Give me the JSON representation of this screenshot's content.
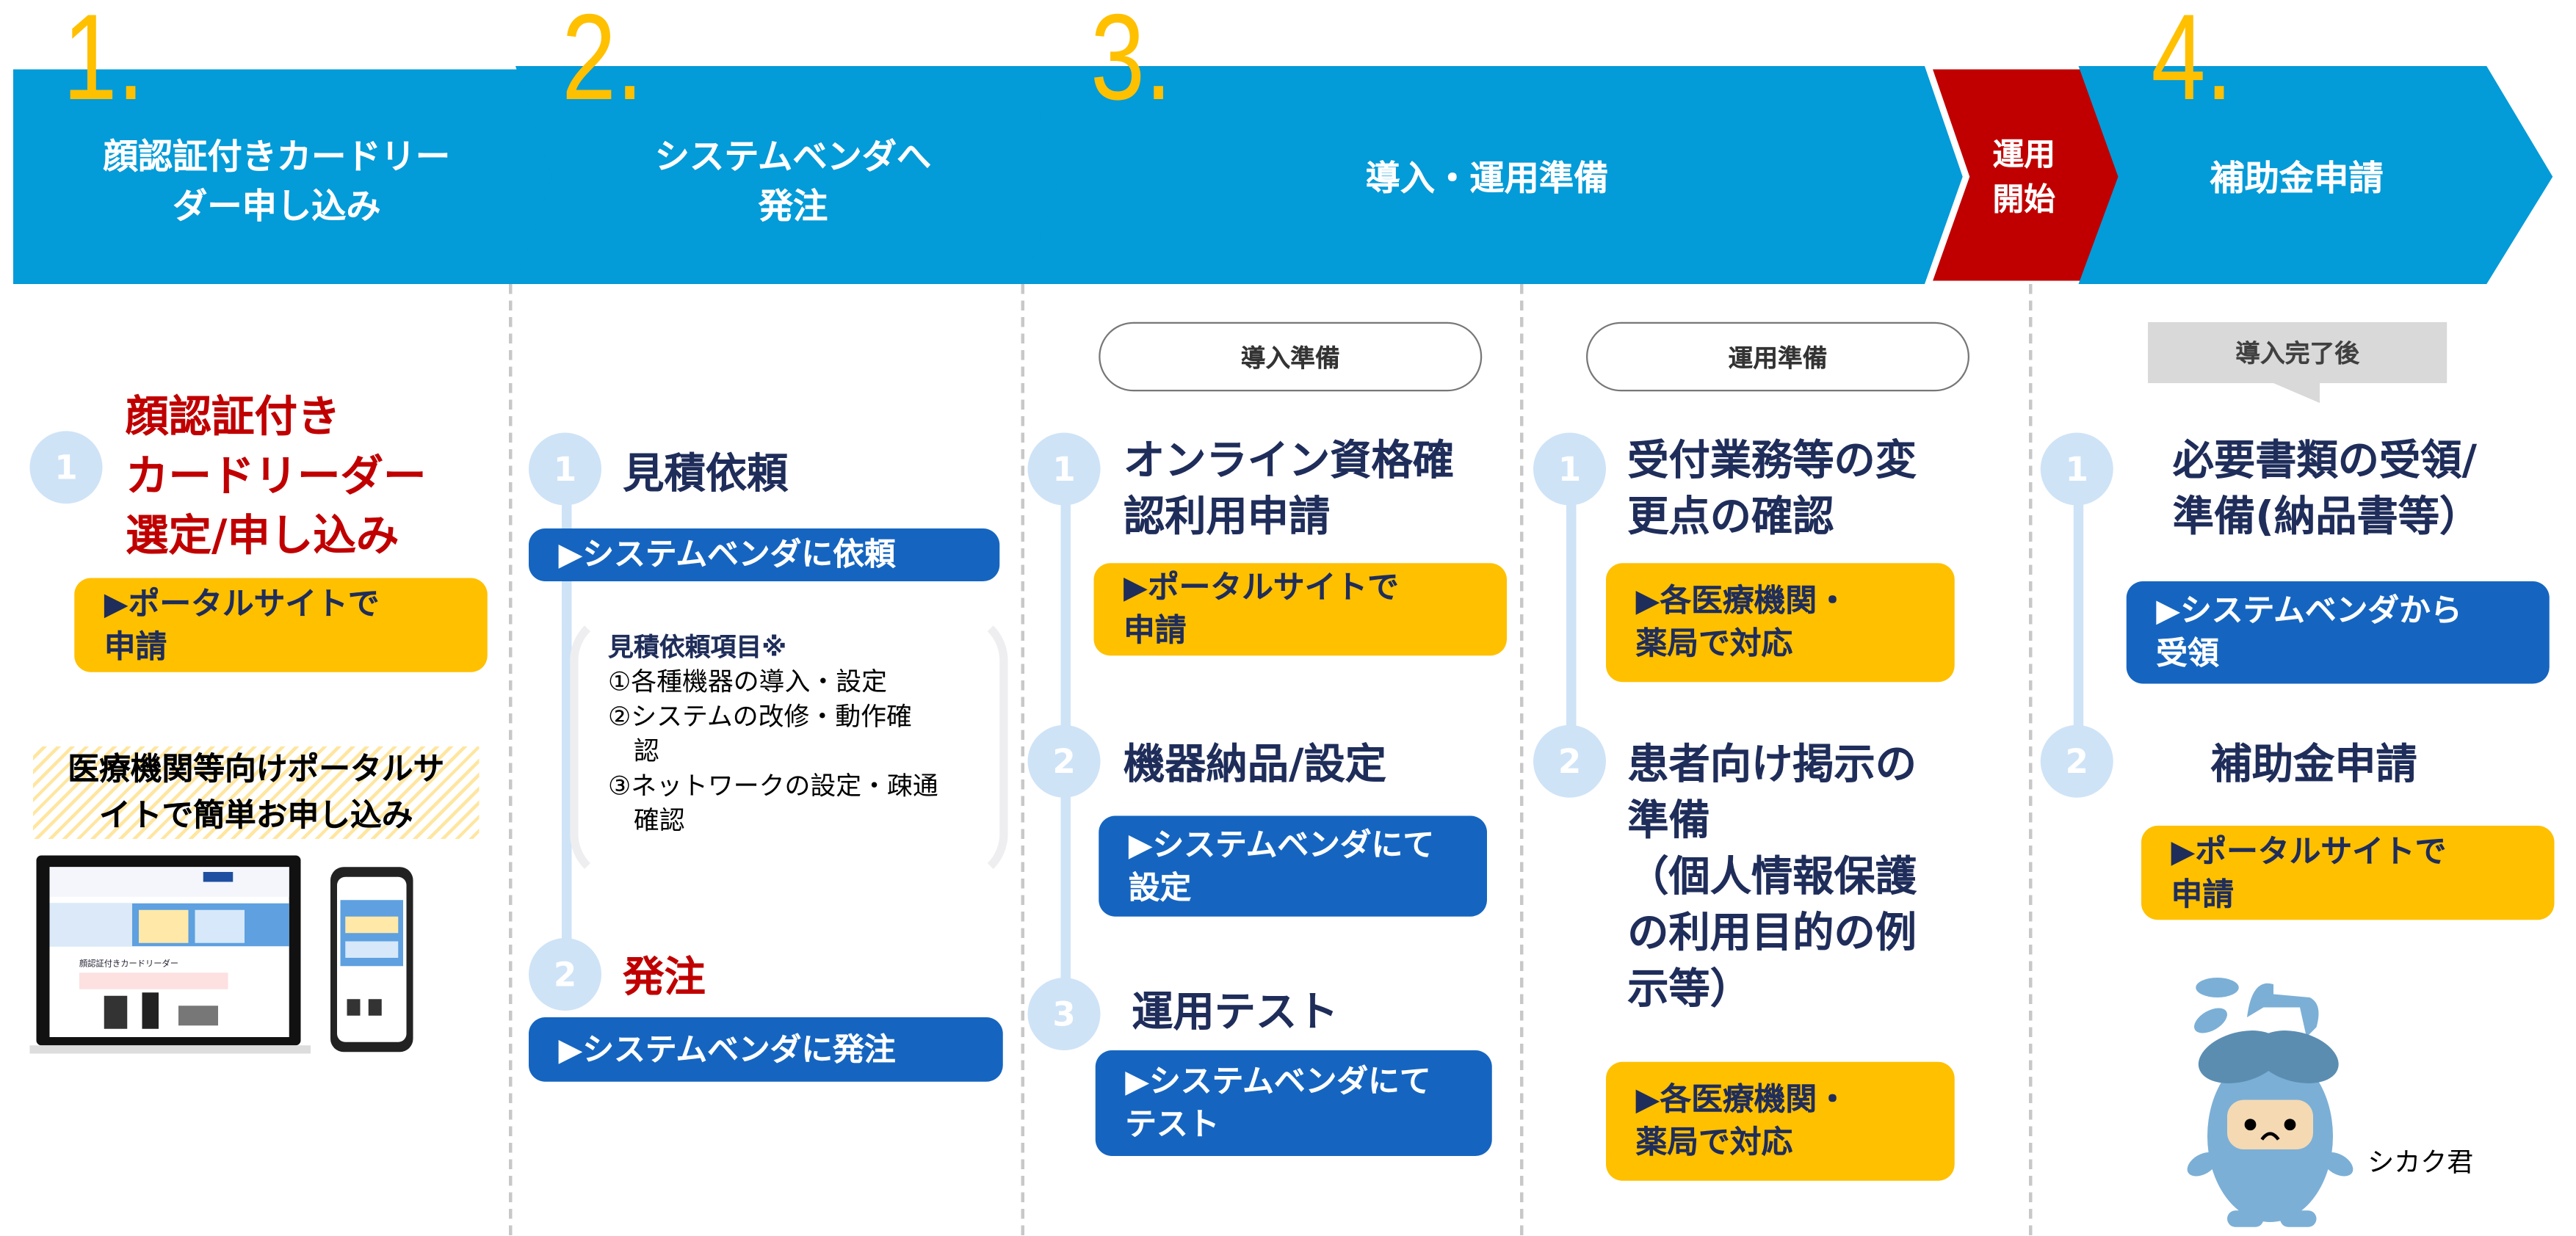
{
  "steps": [
    {
      "number": "1.",
      "label": "顔認証付きカードリー\nダー申し込み"
    },
    {
      "number": "2.",
      "label": "システムベンダへ\n発注"
    },
    {
      "number": "3.",
      "label": "導入・運用準備"
    },
    {
      "number": "",
      "label": "運用\n開始"
    },
    {
      "number": "4.",
      "label": "補助金申請"
    }
  ],
  "col1": {
    "circle": "1",
    "title": "顔認証付き\nカードリーダー\n選定/申し込み",
    "box": "▶ポータルサイトで\n申請",
    "portal_caption": "医療機関等向けポータルサ\nイトで簡単お申し込み"
  },
  "col2": {
    "items": [
      {
        "circle": "1",
        "title": "見積依頼",
        "box": "▶システムベンダに依頼"
      },
      {
        "circle": "2",
        "title": "発注",
        "box": "▶システムベンダに発注"
      }
    ],
    "note_title": "見積依頼項目※",
    "note_lines": [
      "①各種機器の導入・設定",
      "②システムの改修・動作確\n　認",
      "③ネットワークの設定・疎通\n　確認"
    ]
  },
  "col3": {
    "header": "導入準備",
    "items": [
      {
        "circle": "1",
        "title": "オンライン資格確\n認利用申請",
        "box": "▶ポータルサイトで\n申請"
      },
      {
        "circle": "2",
        "title": "機器納品/設定",
        "box": "▶システムベンダにて\n設定"
      },
      {
        "circle": "3",
        "title": "運用テスト",
        "box": "▶システムベンダにて\nテスト"
      }
    ]
  },
  "col4": {
    "header": "運用準備",
    "items": [
      {
        "circle": "1",
        "title": "受付業務等の変\n更点の確認",
        "box": "▶各医療機関・\n薬局で対応"
      },
      {
        "circle": "2",
        "title": "患者向け掲示の\n準備\n（個人情報保護\nの利用目的の例\n示等）",
        "box": "▶各医療機関・\n薬局で対応"
      }
    ]
  },
  "col5": {
    "header": "導入完了後",
    "items": [
      {
        "circle": "1",
        "title": "必要書類の受領/\n準備(納品書等）",
        "box": "▶システムベンダから\n受領"
      },
      {
        "circle": "2",
        "title": "補助金申請",
        "box": "▶ポータルサイトで\n申請"
      }
    ],
    "mascot_name": "シカク君"
  },
  "colors": {
    "header_blue": "#039bd8",
    "start_red": "#c00000",
    "yellow": "#ffc000",
    "box_blue": "#1565c0"
  }
}
